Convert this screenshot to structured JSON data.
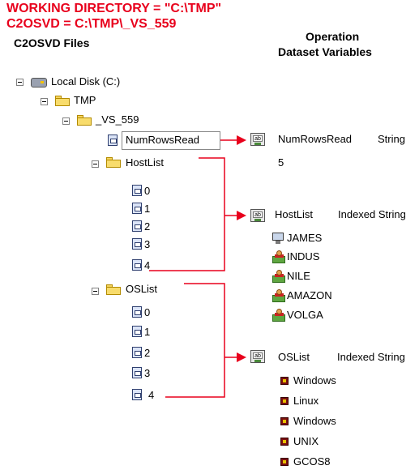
{
  "header": {
    "line1": "WORKING DIRECTORY = \"C:\\TMP\"",
    "line2": "C2OSVD = C:\\TMP\\_VS_559",
    "left_title": "C2OSVD Files",
    "right_title_1": "Operation",
    "right_title_2": "Dataset Variables"
  },
  "tree": {
    "disk": "Local Disk (C:)",
    "tmp": "TMP",
    "vs": "_VS_559",
    "numrows": "NumRowsRead",
    "hostlist": "HostList",
    "hostlist_files": [
      "0",
      "1",
      "2",
      "3",
      "4"
    ],
    "oslist": "OSList",
    "oslist_files": [
      "0",
      "1",
      "2",
      "3",
      "4"
    ]
  },
  "datasets": {
    "numrows": {
      "name": "NumRowsRead",
      "type": "String",
      "value": "5",
      "icon": "ab"
    },
    "hostlist": {
      "name": "HostList",
      "type": "Indexed String",
      "icon": "ab",
      "values": [
        "JAMES",
        "INDUS",
        "NILE",
        "AMAZON",
        "VOLGA"
      ]
    },
    "oslist": {
      "name": "OSList",
      "type": "Indexed String",
      "icon": "ab",
      "values": [
        "Windows",
        "Linux",
        "Windows",
        "UNIX",
        "GCOS8"
      ]
    }
  },
  "colors": {
    "accent": "#e8001c",
    "connector": "#e8001c"
  }
}
